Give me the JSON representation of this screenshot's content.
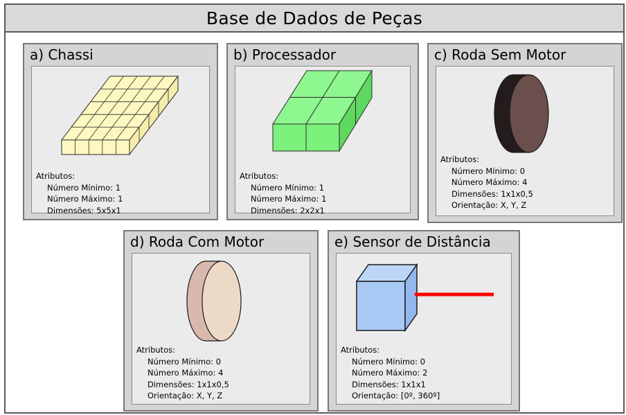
{
  "page": {
    "title": "Base de Dados de Peças"
  },
  "attributes_heading": "Atributos:",
  "labels": {
    "min": "Número Mínimo:",
    "max": "Número Máximo:",
    "dim": "Dimensões:",
    "orient": "Orientação:"
  },
  "parts": [
    {
      "letter": "a)",
      "name": "Chassi",
      "min": "1",
      "max": "1",
      "dim": "5x5x1",
      "orient": "",
      "color": "#fdf7c0"
    },
    {
      "letter": "b)",
      "name": "Processador",
      "min": "1",
      "max": "1",
      "dim": "2x2x1",
      "orient": "",
      "color": "#7cf27c"
    },
    {
      "letter": "c)",
      "name": "Roda Sem Motor",
      "min": "0",
      "max": "4",
      "dim": "1x1x0,5",
      "orient": "X, Y, Z",
      "color": "#6b4f4c"
    },
    {
      "letter": "d)",
      "name": "Roda Com Motor",
      "min": "0",
      "max": "4",
      "dim": "1x1x0,5",
      "orient": "X, Y, Z",
      "color": "#ecd9c6"
    },
    {
      "letter": "e)",
      "name": "Sensor de Distância",
      "min": "0",
      "max": "2",
      "dim": "1x1x1",
      "orient": "[0º, 360º]",
      "color": "#a9c9f5"
    }
  ]
}
